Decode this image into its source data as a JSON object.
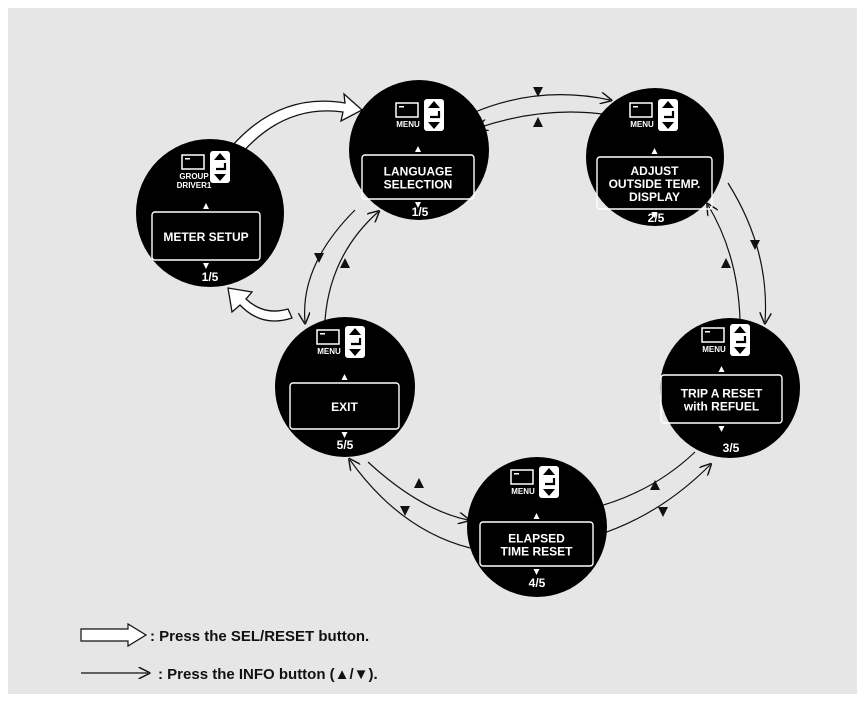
{
  "screens": [
    {
      "id": "meter-setup",
      "lines": [
        "METER SETUP"
      ],
      "page": "1/5",
      "small": [
        "GROUP",
        "DRIVER1"
      ]
    },
    {
      "id": "language",
      "lines": [
        "LANGUAGE",
        "SELECTION"
      ],
      "page": "1/5",
      "small": [
        "MENU"
      ]
    },
    {
      "id": "outside-temp",
      "lines": [
        "ADJUST",
        "OUTSIDE TEMP.",
        "DISPLAY"
      ],
      "page": "2/5",
      "small": [
        "MENU"
      ]
    },
    {
      "id": "trip-reset",
      "lines": [
        "TRIP A RESET",
        "with REFUEL"
      ],
      "page": "3/5",
      "small": [
        "MENU"
      ]
    },
    {
      "id": "elapsed",
      "lines": [
        "ELAPSED",
        "TIME RESET"
      ],
      "page": "4/5",
      "small": [
        "MENU"
      ]
    },
    {
      "id": "exit",
      "lines": [
        "EXIT"
      ],
      "page": "5/5",
      "small": [
        "MENU"
      ]
    }
  ],
  "legend": {
    "sel_reset": ": Press the SEL/RESET button.",
    "info": ": Press the INFO button (▲/▼)."
  }
}
